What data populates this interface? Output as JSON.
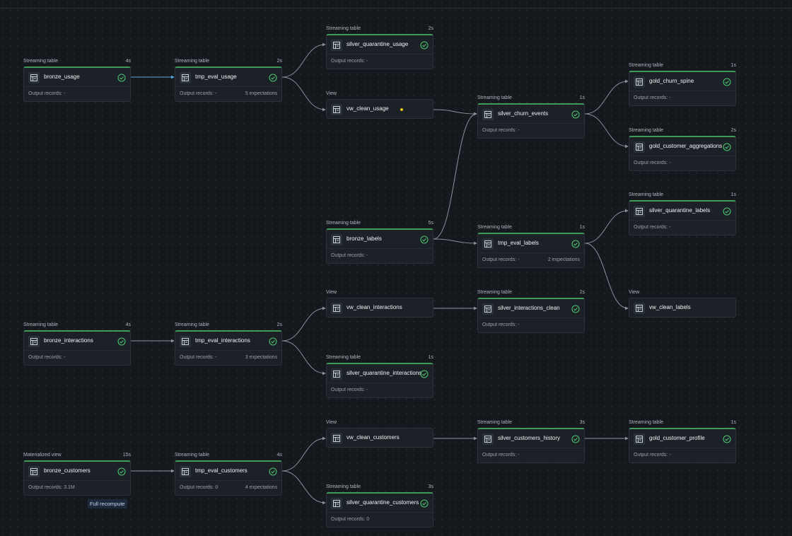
{
  "colors": {
    "background": "#15191e",
    "node_bg": "#1c2127",
    "success_green": "#3f9b5a",
    "edge": "#8a929c",
    "edge_highlight": "#5aa7e0",
    "warning": "#e8c21a"
  },
  "nodes": [
    {
      "id": "bronze_usage",
      "type": "Streaming table",
      "duration": "4s",
      "name": "bronze_usage",
      "records": "Output records: -",
      "expectations": "",
      "status": "check-circle-icon"
    },
    {
      "id": "tmp_eval_usage",
      "type": "Streaming table",
      "duration": "2s",
      "name": "tmp_eval_usage",
      "records": "Output records: -",
      "expectations": "5 expectations",
      "status": "check-circle-icon"
    },
    {
      "id": "silver_quarantine_usage",
      "type": "Streaming table",
      "duration": "2s",
      "name": "silver_quarantine_usage",
      "records": "Output records: -",
      "expectations": "",
      "status": "check-circle-icon"
    },
    {
      "id": "vw_clean_usage",
      "type": "View",
      "duration": "",
      "name": "vw_clean_usage",
      "records": "",
      "expectations": "",
      "status": "warning-dot-icon"
    },
    {
      "id": "silver_churn_events",
      "type": "Streaming table",
      "duration": "1s",
      "name": "silver_churn_events",
      "records": "Output records: -",
      "expectations": "",
      "status": "check-circle-icon"
    },
    {
      "id": "gold_churn_spine",
      "type": "Streaming table",
      "duration": "1s",
      "name": "gold_churn_spine",
      "records": "Output records: -",
      "expectations": "",
      "status": "check-circle-icon"
    },
    {
      "id": "gold_customer_aggregations",
      "type": "Streaming table",
      "duration": "2s",
      "name": "gold_customer_aggregations",
      "records": "Output records: -",
      "expectations": "",
      "status": "check-circle-icon"
    },
    {
      "id": "bronze_labels",
      "type": "Streaming table",
      "duration": "5s",
      "name": "bronze_labels",
      "records": "Output records: -",
      "expectations": "",
      "status": "check-circle-icon"
    },
    {
      "id": "tmp_eval_labels",
      "type": "Streaming table",
      "duration": "1s",
      "name": "tmp_eval_labels",
      "records": "Output records: -",
      "expectations": "2 expectations",
      "status": "check-circle-icon"
    },
    {
      "id": "silver_quarantine_labels",
      "type": "Streaming table",
      "duration": "1s",
      "name": "silver_quarantine_labels",
      "records": "Output records: -",
      "expectations": "",
      "status": "check-circle-icon"
    },
    {
      "id": "vw_clean_labels",
      "type": "View",
      "duration": "",
      "name": "vw_clean_labels",
      "records": "",
      "expectations": "",
      "status": ""
    },
    {
      "id": "bronze_interactions",
      "type": "Streaming table",
      "duration": "4s",
      "name": "bronze_interactions",
      "records": "Output records: -",
      "expectations": "",
      "status": "check-circle-icon"
    },
    {
      "id": "tmp_eval_interactions",
      "type": "Streaming table",
      "duration": "2s",
      "name": "tmp_eval_interactions",
      "records": "Output records: -",
      "expectations": "3 expectations",
      "status": "check-circle-icon"
    },
    {
      "id": "vw_clean_interactions",
      "type": "View",
      "duration": "",
      "name": "vw_clean_interactions",
      "records": "",
      "expectations": "",
      "status": ""
    },
    {
      "id": "silver_interactions_clean",
      "type": "Streaming table",
      "duration": "2s",
      "name": "silver_interactions_clean",
      "records": "Output records: -",
      "expectations": "",
      "status": "check-circle-icon"
    },
    {
      "id": "silver_quarantine_interactions",
      "type": "Streaming table",
      "duration": "1s",
      "name": "silver_quarantine_interactions",
      "records": "Output records: -",
      "expectations": "",
      "status": "check-circle-icon"
    },
    {
      "id": "bronze_customers",
      "type": "Materialized view",
      "duration": "15s",
      "name": "bronze_customers",
      "records": "Output records: 3.1M",
      "expectations": "",
      "status": "check-circle-icon"
    },
    {
      "id": "tmp_eval_customers",
      "type": "Streaming table",
      "duration": "4s",
      "name": "tmp_eval_customers",
      "records": "Output records: 0",
      "expectations": "4 expectations",
      "status": "check-circle-icon"
    },
    {
      "id": "vw_clean_customers",
      "type": "View",
      "duration": "",
      "name": "vw_clean_customers",
      "records": "",
      "expectations": "",
      "status": ""
    },
    {
      "id": "silver_customers_history",
      "type": "Streaming table",
      "duration": "3s",
      "name": "silver_customers_history",
      "records": "Output records: -",
      "expectations": "",
      "status": "check-circle-icon"
    },
    {
      "id": "gold_customer_profile",
      "type": "Streaming table",
      "duration": "1s",
      "name": "gold_customer_profile",
      "records": "Output records: -",
      "expectations": "",
      "status": "check-circle-icon"
    },
    {
      "id": "silver_quarantine_customers",
      "type": "Streaming table",
      "duration": "3s",
      "name": "silver_quarantine_customers",
      "records": "Output records: 0",
      "expectations": "",
      "status": "check-circle-icon"
    }
  ],
  "badges": {
    "full_recompute": "Full recompute"
  },
  "edges": [
    {
      "from": "bronze_usage",
      "to": "tmp_eval_usage",
      "highlight": true
    },
    {
      "from": "tmp_eval_usage",
      "to": "silver_quarantine_usage"
    },
    {
      "from": "tmp_eval_usage",
      "to": "vw_clean_usage"
    },
    {
      "from": "vw_clean_usage",
      "to": "silver_churn_events"
    },
    {
      "from": "bronze_labels",
      "to": "silver_churn_events"
    },
    {
      "from": "bronze_labels",
      "to": "tmp_eval_labels"
    },
    {
      "from": "silver_churn_events",
      "to": "gold_churn_spine"
    },
    {
      "from": "silver_churn_events",
      "to": "gold_customer_aggregations"
    },
    {
      "from": "tmp_eval_labels",
      "to": "silver_quarantine_labels"
    },
    {
      "from": "tmp_eval_labels",
      "to": "vw_clean_labels"
    },
    {
      "from": "bronze_interactions",
      "to": "tmp_eval_interactions"
    },
    {
      "from": "tmp_eval_interactions",
      "to": "vw_clean_interactions"
    },
    {
      "from": "tmp_eval_interactions",
      "to": "silver_quarantine_interactions"
    },
    {
      "from": "vw_clean_interactions",
      "to": "silver_interactions_clean"
    },
    {
      "from": "bronze_customers",
      "to": "tmp_eval_customers"
    },
    {
      "from": "tmp_eval_customers",
      "to": "vw_clean_customers"
    },
    {
      "from": "tmp_eval_customers",
      "to": "silver_quarantine_customers"
    },
    {
      "from": "vw_clean_customers",
      "to": "silver_customers_history"
    },
    {
      "from": "silver_customers_history",
      "to": "gold_customer_profile"
    }
  ]
}
